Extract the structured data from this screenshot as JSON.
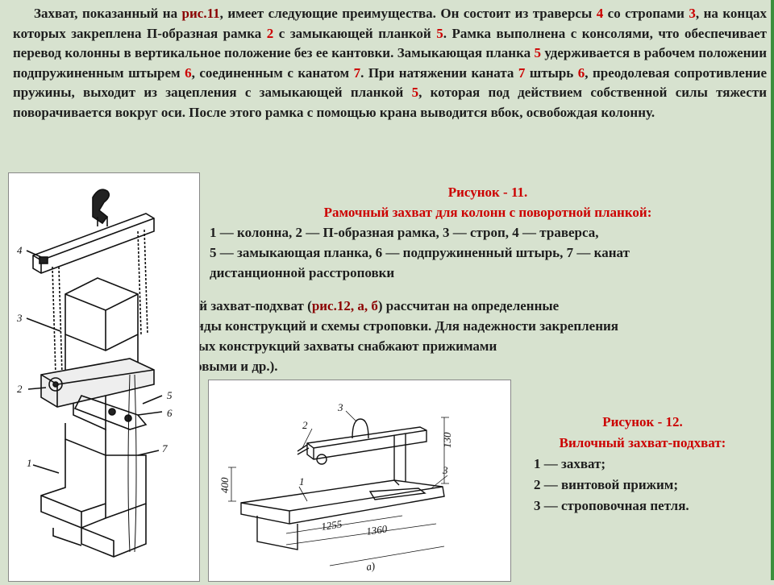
{
  "paragraph1": {
    "s1": "Захват, показанный на ",
    "r1": "рис.11",
    "s2": ", имеет следующие преимущества. Он состоит из траверсы ",
    "r2": "4",
    "s3": " со стропами ",
    "r3": "3",
    "s4": ", на концах которых закреплена П-образная рамка ",
    "r4": "2",
    "s5": " с замыкающей планкой ",
    "r5": "5",
    "s6": ". Рамка выполнена с консолями, что обеспечивает перевод колонны в вертикальное положение без ее кантовки. Замыкающая планка ",
    "r6": "5",
    "s7": " удерживается в рабочем положении подпружиненным штырем ",
    "r7": "6",
    "s8": ", соединенным с канатом ",
    "r8": "7",
    "s9": ". При натяжении каната ",
    "r9": "7",
    "s10": " штырь ",
    "r10": "6",
    "s11": ", преодолевая сопротивление пружины, выходит из зацепления с замыкающей планкой ",
    "r11": "5",
    "s12": ", которая под действием собственной силы тяжести поворачивается вокруг оси. После этого рамка с помощью крана выводится вбок, освобождая колонну."
  },
  "caption11": {
    "title": "Рисунок - 11.",
    "subtitle": "Рамочный захват для колонн с поворотной планкой:",
    "line1": "1 — колонна, 2 — П-образная рамка, 3 — строп, 4 — траверса,",
    "line2": "5 — замыкающая планка, 6 — подпружиненный штырь, 7 — канат",
    "line3": "дистанционной расстроповки"
  },
  "paragraph2": {
    "a1": "ый захват-подхват (",
    "ref": "рис.12, а, б",
    "a2": ") рассчитан на определенные",
    "l2": "виды конструкций и схемы строповки. Для надежности закрепления",
    "l3": "мых конструкций захваты снабжают прижимами",
    "l4": "товыми и др.)."
  },
  "caption12": {
    "title": "Рисунок - 12.",
    "subtitle": "Вилочный захват-подхват:",
    "item1": "1 — захват;",
    "item2": "2 — винтовой прижим;",
    "item3": "3 — строповочная петля."
  },
  "figure11_labels": {
    "l4": "4",
    "l3": "3",
    "l2": "2",
    "l5": "5",
    "l6": "6",
    "l7": "7",
    "l1": "1"
  },
  "figure12_labels": {
    "l3a": "3",
    "l2": "2",
    "l3b": "3",
    "l1": "1",
    "d130": "130",
    "d400": "400",
    "d1255": "1255",
    "d1360": "1360",
    "da": "а)"
  }
}
